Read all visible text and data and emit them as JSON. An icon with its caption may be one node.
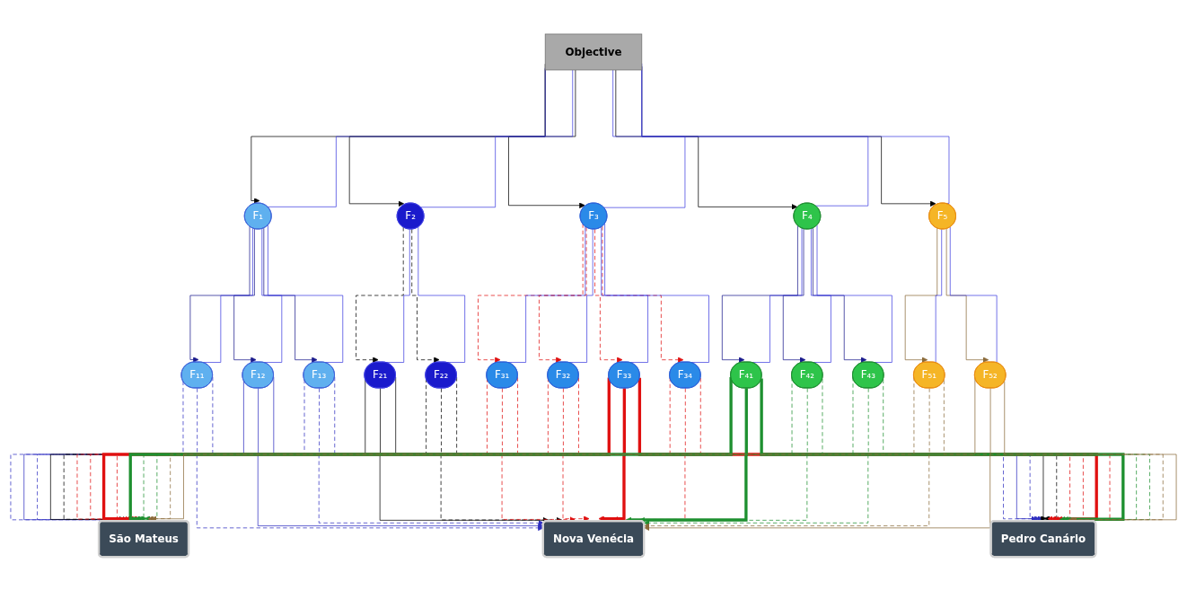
{
  "diagram": {
    "nodes": [
      {
        "text": [
          "Objective"
        ]
      },
      {
        "text": [
          "F₁"
        ]
      },
      {
        "text": [
          "F₂"
        ]
      },
      {
        "text": [
          "F₃"
        ]
      },
      {
        "text": [
          "F₄"
        ]
      },
      {
        "text": [
          "F₅"
        ]
      },
      {
        "text": [
          "F₁₁"
        ]
      },
      {
        "text": [
          "F₁₂"
        ]
      },
      {
        "text": [
          "F₁₃"
        ]
      },
      {
        "text": [
          "F₂₁"
        ]
      },
      {
        "text": [
          "F₂₂"
        ]
      },
      {
        "text": [
          "F₃₁"
        ]
      },
      {
        "text": [
          "F₃₂"
        ]
      },
      {
        "text": [
          "F₃₃"
        ]
      },
      {
        "text": [
          "F₃₄"
        ]
      },
      {
        "text": [
          "F₄₁"
        ]
      },
      {
        "text": [
          "F₄₂"
        ]
      },
      {
        "text": [
          "F₄₃"
        ]
      },
      {
        "text": [
          "F₅₁"
        ]
      },
      {
        "text": [
          "F₅₂"
        ]
      },
      {
        "text": [
          "São Mateus"
        ]
      },
      {
        "text": [
          "Nova Venécia"
        ]
      },
      {
        "text": [
          "Pedro Canário"
        ]
      }
    ],
    "edges": [
      {
        "from": 0,
        "to": 1,
        "arrow": "to",
        "color": "#000000"
      },
      {
        "from": 0,
        "to": 2,
        "arrow": "to",
        "color": "#000000"
      },
      {
        "from": 0,
        "to": 3,
        "arrow": "to",
        "color": "#000000"
      },
      {
        "from": 0,
        "to": 4,
        "arrow": "to",
        "color": "#000000"
      },
      {
        "from": 0,
        "to": 5,
        "arrow": "to",
        "color": "#000000"
      },
      {
        "from": 0,
        "to": 1,
        "arrow": "none",
        "color": "#4040e0"
      },
      {
        "from": 0,
        "to": 2,
        "arrow": "none",
        "color": "#4040e0"
      },
      {
        "from": 0,
        "to": 3,
        "arrow": "none",
        "color": "#4040e0"
      },
      {
        "from": 0,
        "to": 4,
        "arrow": "none",
        "color": "#4040e0"
      },
      {
        "from": 0,
        "to": 5,
        "arrow": "none",
        "color": "#4040e0"
      },
      {
        "from": 1,
        "to": 6,
        "arrow": "to",
        "color": "#1a1a8c"
      },
      {
        "from": 1,
        "to": 7,
        "arrow": "to",
        "color": "#1a1a8c"
      },
      {
        "from": 1,
        "to": 8,
        "arrow": "to",
        "color": "#1a1a8c"
      },
      {
        "from": 2,
        "to": 9,
        "arrow": "to",
        "style": "dashed",
        "color": "#000000"
      },
      {
        "from": 2,
        "to": 10,
        "arrow": "to",
        "style": "dashed",
        "color": "#000000"
      },
      {
        "from": 3,
        "to": 11,
        "arrow": "to",
        "style": "dashed",
        "color": "#e01010"
      },
      {
        "from": 3,
        "to": 12,
        "arrow": "to",
        "style": "dashed",
        "color": "#e01010"
      },
      {
        "from": 3,
        "to": 13,
        "arrow": "to",
        "style": "dashed",
        "color": "#e01010"
      },
      {
        "from": 3,
        "to": 14,
        "arrow": "to",
        "style": "dashed",
        "color": "#e01010"
      },
      {
        "from": 4,
        "to": 15,
        "arrow": "to",
        "color": "#1a1a8c"
      },
      {
        "from": 4,
        "to": 16,
        "arrow": "to",
        "color": "#1a1a8c"
      },
      {
        "from": 4,
        "to": 17,
        "arrow": "to",
        "color": "#1a1a8c"
      },
      {
        "from": 5,
        "to": 18,
        "arrow": "to",
        "color": "#8b6b3a"
      },
      {
        "from": 5,
        "to": 19,
        "arrow": "to",
        "color": "#8b6b3a"
      },
      {
        "from": 1,
        "to": 6,
        "arrow": "none",
        "color": "#4040e0"
      },
      {
        "from": 1,
        "to": 7,
        "arrow": "none",
        "color": "#4040e0"
      },
      {
        "from": 1,
        "to": 8,
        "arrow": "none",
        "color": "#4040e0"
      },
      {
        "from": 2,
        "to": 9,
        "arrow": "none",
        "color": "#4040e0"
      },
      {
        "from": 2,
        "to": 10,
        "arrow": "none",
        "color": "#4040e0"
      },
      {
        "from": 3,
        "to": 11,
        "arrow": "none",
        "color": "#4040e0"
      },
      {
        "from": 3,
        "to": 12,
        "arrow": "none",
        "color": "#4040e0"
      },
      {
        "from": 3,
        "to": 13,
        "arrow": "none",
        "color": "#4040e0"
      },
      {
        "from": 3,
        "to": 14,
        "arrow": "none",
        "color": "#4040e0"
      },
      {
        "from": 4,
        "to": 15,
        "arrow": "none",
        "color": "#4040e0"
      },
      {
        "from": 4,
        "to": 16,
        "arrow": "none",
        "color": "#4040e0"
      },
      {
        "from": 4,
        "to": 17,
        "arrow": "none",
        "color": "#4040e0"
      },
      {
        "from": 5,
        "to": 18,
        "arrow": "none",
        "color": "#4040e0"
      },
      {
        "from": 5,
        "to": 19,
        "arrow": "none",
        "color": "#4040e0"
      },
      {
        "from": 6,
        "to": 20,
        "arrow": "to",
        "style": "dashed",
        "color": "#3030c0"
      },
      {
        "from": 6,
        "to": 21,
        "arrow": "to",
        "style": "dashed",
        "color": "#3030c0"
      },
      {
        "from": 6,
        "to": 22,
        "arrow": "to",
        "style": "dashed",
        "color": "#3030c0"
      },
      {
        "from": 7,
        "to": 20,
        "arrow": "to",
        "color": "#3030c0"
      },
      {
        "from": 7,
        "to": 21,
        "arrow": "to",
        "color": "#3030c0"
      },
      {
        "from": 7,
        "to": 22,
        "arrow": "to",
        "color": "#3030c0"
      },
      {
        "from": 8,
        "to": 20,
        "arrow": "to",
        "style": "dashed",
        "color": "#3030c0"
      },
      {
        "from": 8,
        "to": 21,
        "arrow": "to",
        "style": "dashed",
        "color": "#3030c0"
      },
      {
        "from": 8,
        "to": 22,
        "arrow": "to",
        "style": "dashed",
        "color": "#3030c0"
      },
      {
        "from": 9,
        "to": 20,
        "arrow": "to",
        "color": "#000000"
      },
      {
        "from": 9,
        "to": 21,
        "arrow": "to",
        "color": "#000000"
      },
      {
        "from": 9,
        "to": 22,
        "arrow": "to",
        "color": "#000000"
      },
      {
        "from": 10,
        "to": 20,
        "arrow": "to",
        "style": "dashed",
        "color": "#000000"
      },
      {
        "from": 10,
        "to": 21,
        "arrow": "to",
        "style": "dashed",
        "color": "#000000"
      },
      {
        "from": 10,
        "to": 22,
        "arrow": "to",
        "style": "dashed",
        "color": "#000000"
      },
      {
        "from": 11,
        "to": 20,
        "arrow": "to",
        "style": "dashed",
        "color": "#e01010"
      },
      {
        "from": 11,
        "to": 21,
        "arrow": "to",
        "style": "dashed",
        "color": "#e01010"
      },
      {
        "from": 11,
        "to": 22,
        "arrow": "to",
        "style": "dashed",
        "color": "#e01010"
      },
      {
        "from": 12,
        "to": 20,
        "arrow": "to",
        "style": "dashed",
        "color": "#e01010"
      },
      {
        "from": 12,
        "to": 21,
        "arrow": "to",
        "style": "dashed",
        "color": "#e01010"
      },
      {
        "from": 12,
        "to": 22,
        "arrow": "to",
        "style": "dashed",
        "color": "#e01010"
      },
      {
        "from": 13,
        "to": 20,
        "arrow": "to",
        "style": "thick",
        "color": "#e01010"
      },
      {
        "from": 13,
        "to": 21,
        "arrow": "to",
        "style": "thick",
        "color": "#e01010"
      },
      {
        "from": 13,
        "to": 22,
        "arrow": "to",
        "style": "thick",
        "color": "#e01010"
      },
      {
        "from": 14,
        "to": 20,
        "arrow": "to",
        "style": "dashed",
        "color": "#e01010"
      },
      {
        "from": 14,
        "to": 21,
        "arrow": "to",
        "style": "dashed",
        "color": "#e01010"
      },
      {
        "from": 14,
        "to": 22,
        "arrow": "to",
        "style": "dashed",
        "color": "#e01010"
      },
      {
        "from": 15,
        "to": 20,
        "arrow": "to",
        "style": "thick",
        "color": "#1e9030"
      },
      {
        "from": 15,
        "to": 21,
        "arrow": "to",
        "style": "thick",
        "color": "#1e9030"
      },
      {
        "from": 15,
        "to": 22,
        "arrow": "to",
        "style": "thick",
        "color": "#1e9030"
      },
      {
        "from": 16,
        "to": 20,
        "arrow": "to",
        "style": "dashed",
        "color": "#1e9030"
      },
      {
        "from": 16,
        "to": 21,
        "arrow": "to",
        "style": "dashed",
        "color": "#1e9030"
      },
      {
        "from": 16,
        "to": 22,
        "arrow": "to",
        "style": "dashed",
        "color": "#1e9030"
      },
      {
        "from": 17,
        "to": 20,
        "arrow": "to",
        "style": "dashed",
        "color": "#1e9030"
      },
      {
        "from": 17,
        "to": 21,
        "arrow": "to",
        "style": "dashed",
        "color": "#1e9030"
      },
      {
        "from": 17,
        "to": 22,
        "arrow": "to",
        "style": "dashed",
        "color": "#1e9030"
      },
      {
        "from": 18,
        "to": 20,
        "arrow": "to",
        "style": "dashed",
        "color": "#8b6b3a"
      },
      {
        "from": 18,
        "to": 21,
        "arrow": "to",
        "style": "dashed",
        "color": "#8b6b3a"
      },
      {
        "from": 18,
        "to": 22,
        "arrow": "to",
        "style": "dashed",
        "color": "#8b6b3a"
      },
      {
        "from": 19,
        "to": 20,
        "arrow": "to",
        "color": "#8b6b3a"
      },
      {
        "from": 19,
        "to": 21,
        "arrow": "to",
        "color": "#8b6b3a"
      },
      {
        "from": 19,
        "to": 22,
        "arrow": "to",
        "color": "#8b6b3a"
      }
    ]
  }
}
